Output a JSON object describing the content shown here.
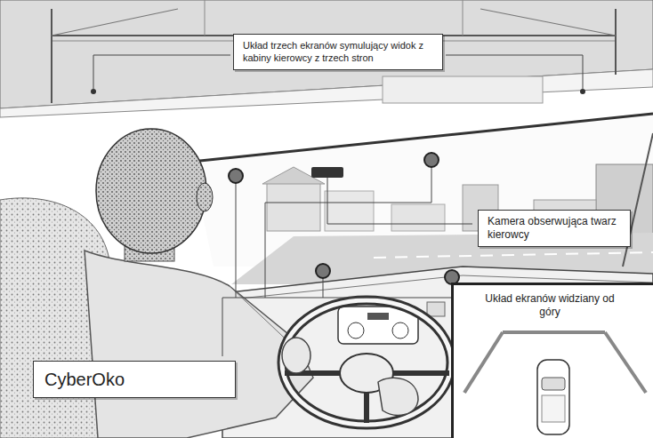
{
  "diagram": {
    "nodes": [
      {
        "text": [
          "Układ trzech ekranów symulujący widok z kabiny kierowcy z trzech stron"
        ]
      },
      {
        "text": [
          "Kamera obserwująca twarz kierowcy"
        ]
      },
      {
        "text": [
          "Układ ekranów widziany od góry"
        ]
      },
      {
        "text": [
          "CyberOko"
        ]
      }
    ]
  }
}
